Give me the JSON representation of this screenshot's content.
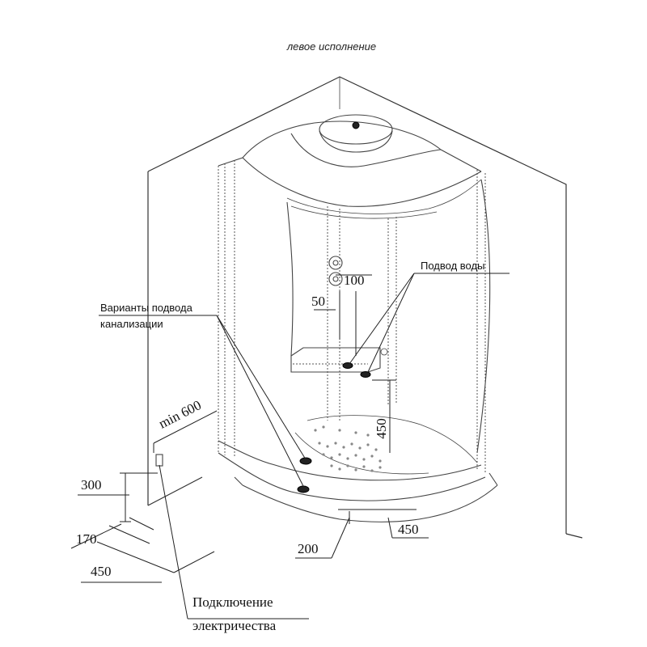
{
  "title": "левое исполнение",
  "labels": {
    "water_supply": "Подвод воды",
    "drain_options_line1": "Варианты подвода",
    "drain_options_line2": "канализации",
    "electric_line1": "Подключение",
    "electric_line2": "электричества"
  },
  "dimensions": {
    "d100": "100",
    "d50": "50",
    "d450_vertical": "450",
    "min600": "min 600",
    "d300": "300",
    "d170": "170",
    "d450_left": "450",
    "d200": "200",
    "d450_right": "450"
  }
}
